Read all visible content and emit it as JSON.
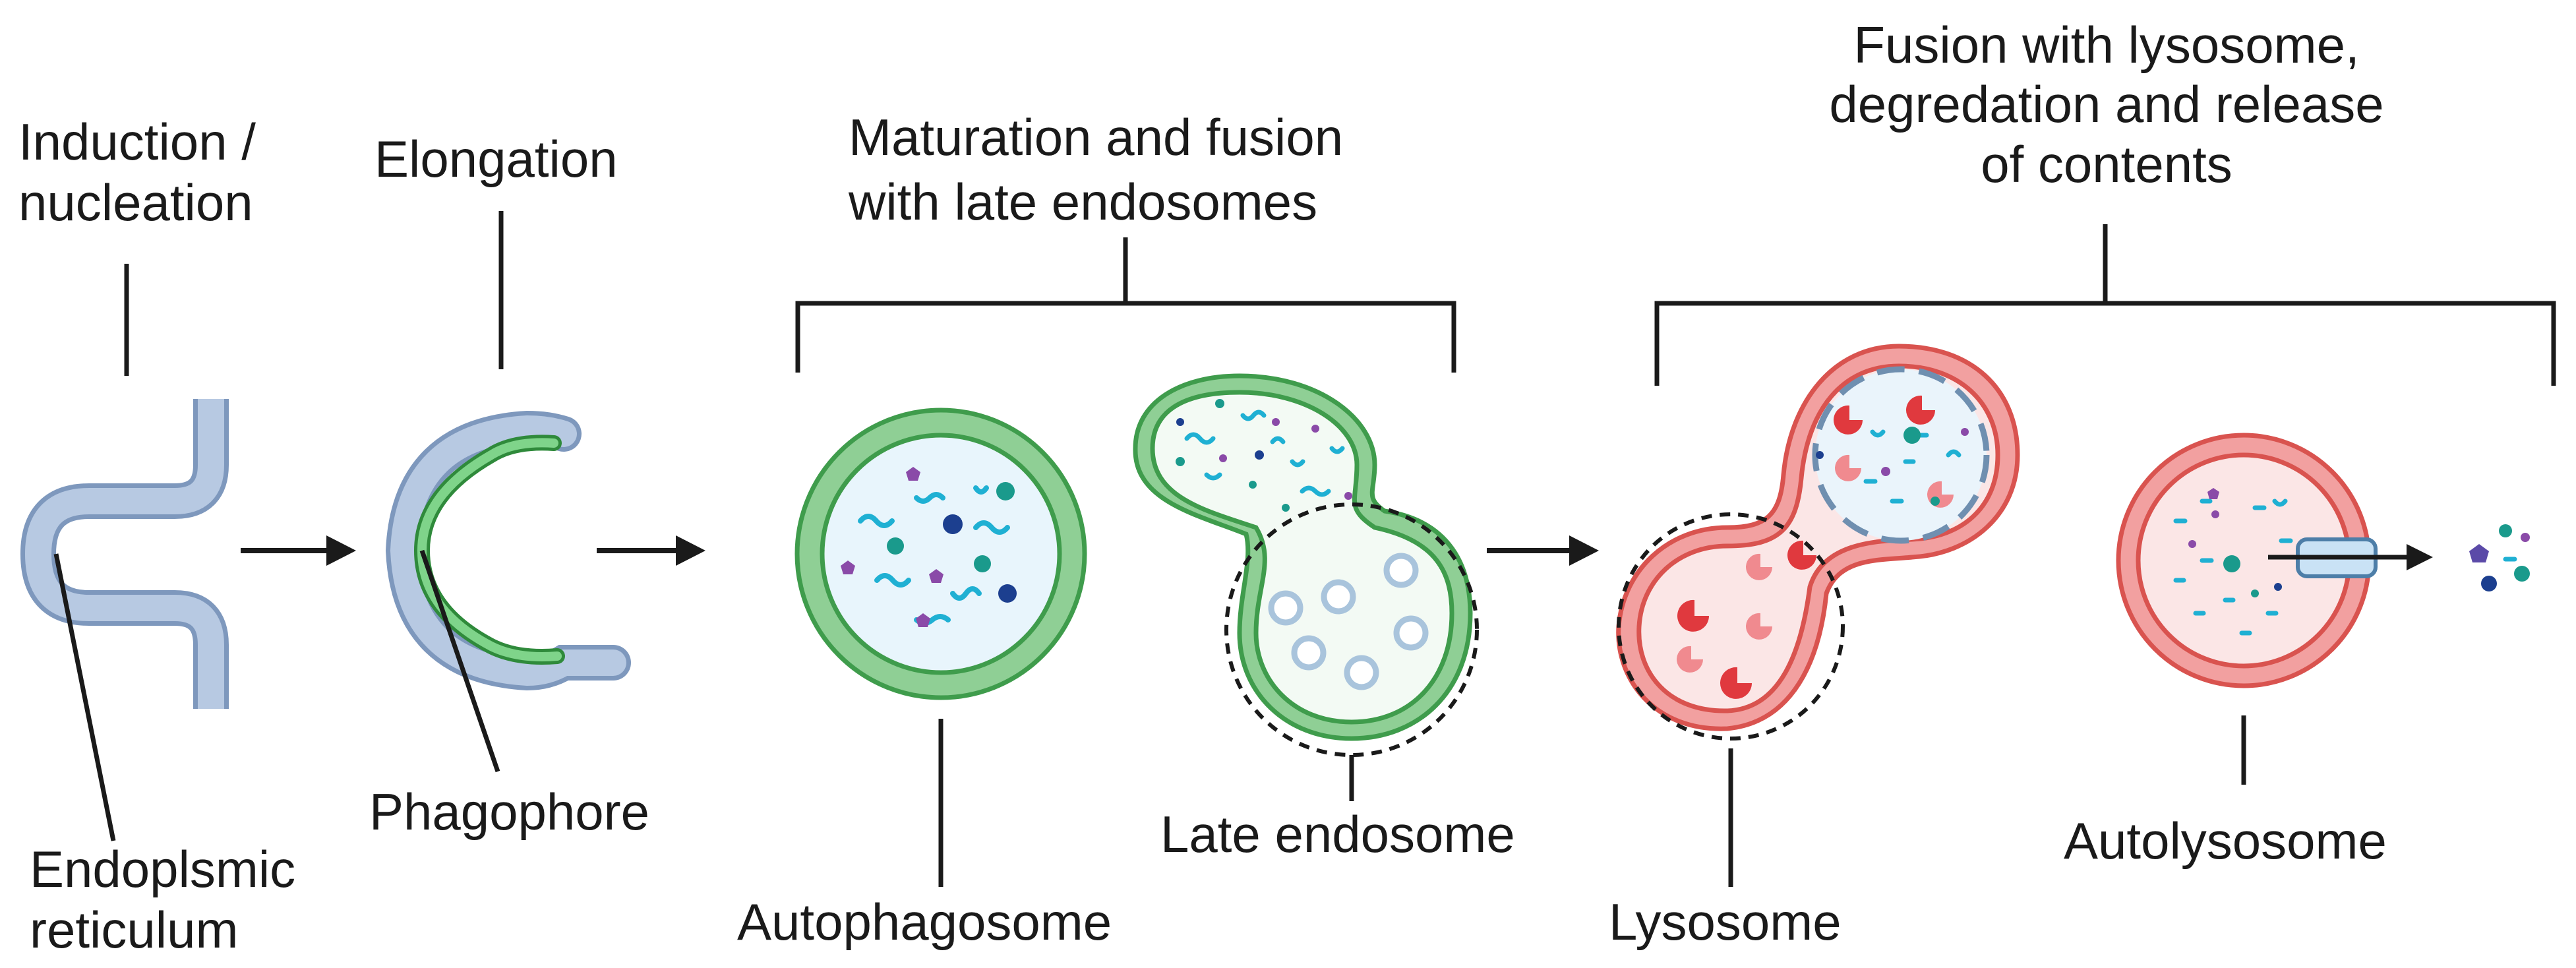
{
  "stages": {
    "induction": [
      "Induction /",
      "nucleation"
    ],
    "elongation": "Elongation",
    "maturation": [
      "Maturation and fusion",
      "with late endosomes"
    ],
    "fusion": [
      "Fusion with lysosome,",
      "degredation and release",
      "of  contents"
    ]
  },
  "structures": {
    "er": [
      "Endoplsmic",
      "reticulum"
    ],
    "phagophore": "Phagophore",
    "autophagosome": "Autophagosome",
    "late_endosome": "Late endosome",
    "lysosome": "Lysosome",
    "autolysosome": "Autolysosome"
  },
  "colors": {
    "er_fill": "#b7c9e2",
    "er_edge": "#7e98bd",
    "green_outer": "#8fcf95",
    "green_edge": "#3f9c4c",
    "green_inner": "#e8f5fc",
    "red_outer": "#f2a0a0",
    "red_edge": "#d9534f",
    "red_inner": "#fbe6e6",
    "enzyme": "#e0393e",
    "cyan": "#1fb0d3",
    "teal": "#1a9a8c",
    "navy": "#1c3f8f",
    "purple": "#8a4aa8"
  }
}
